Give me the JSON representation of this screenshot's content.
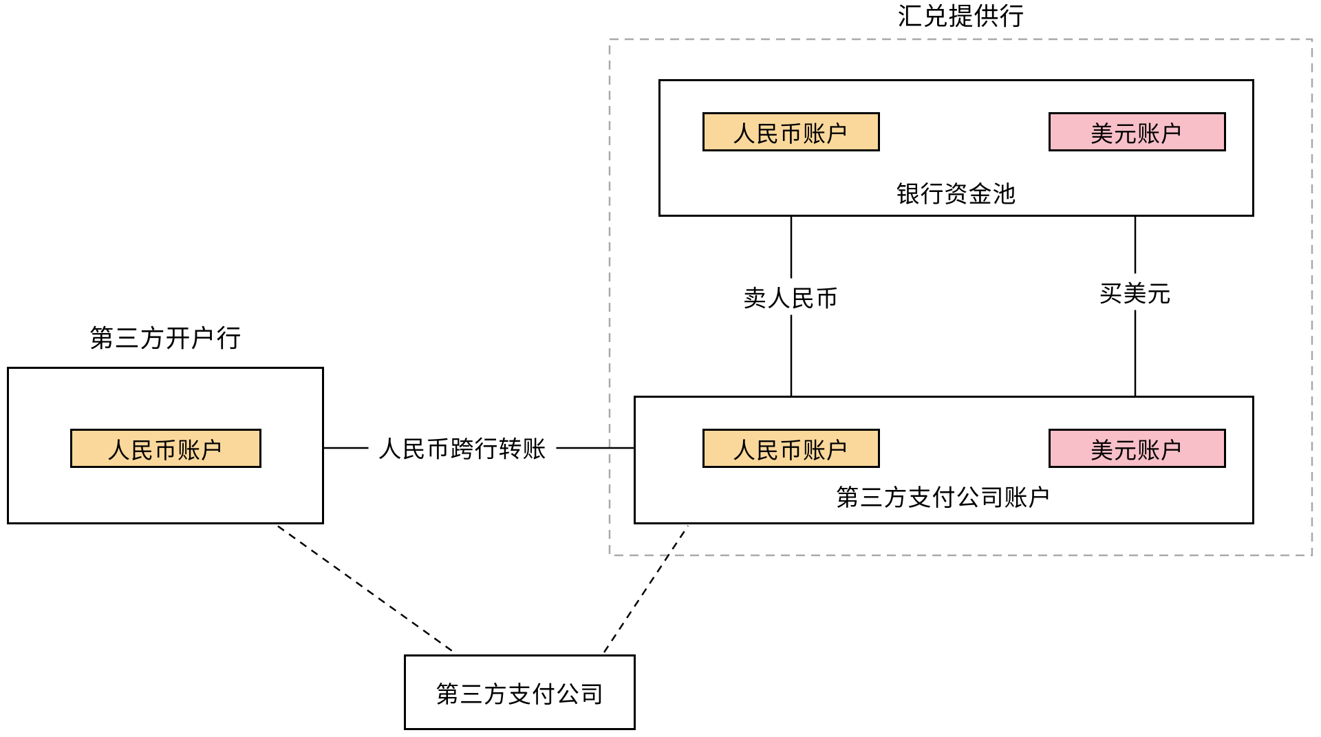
{
  "exchange_bank": {
    "title": "汇兑提供行",
    "bank_pool": {
      "label": "银行资金池",
      "rmb_account": "人民币账户",
      "usd_account": "美元账户"
    },
    "tpp_account_box": {
      "label": "第三方支付公司账户",
      "rmb_account": "人民币账户",
      "usd_account": "美元账户"
    },
    "sell_rmb_label": "卖人民币",
    "buy_usd_label": "买美元"
  },
  "third_party_bank": {
    "title": "第三方开户行",
    "rmb_account": "人民币账户"
  },
  "transfer_label": "人民币跨行转账",
  "payment_company": {
    "label": "第三方支付公司"
  },
  "colors": {
    "rmb_fill": "#FAD89B",
    "usd_fill": "#F8BFC8",
    "line": "#000000",
    "dashed_border": "#A9A9A9"
  }
}
